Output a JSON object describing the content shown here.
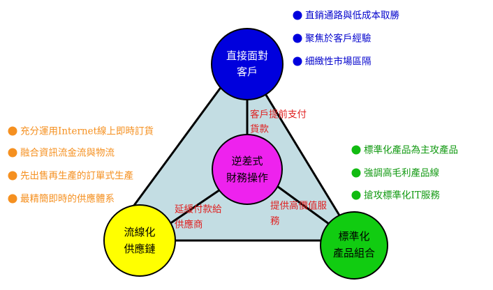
{
  "colors": {
    "triangle_fill": "#c3dde3",
    "outline": "#000000",
    "top_node": "#0000dd",
    "center_node": "#ee22ee",
    "left_node": "#ffff00",
    "right_node": "#11cc11",
    "red_text": "#e02020",
    "orange_text": "#f59020",
    "green_text": "#119911",
    "blue_text": "#0000cc"
  },
  "nodes": {
    "top": {
      "line1": "直接面對",
      "line2": "客戶"
    },
    "center": {
      "line1": "逆差式",
      "line2": "財務操作"
    },
    "left": {
      "line1": "流線化",
      "line2": "供應鏈"
    },
    "right": {
      "line1": "標準化",
      "line2": "產品組合"
    }
  },
  "edge_labels": {
    "top": {
      "line1": "客戶提前支付",
      "line2": "貨款"
    },
    "left": {
      "line1": "延緩付款給",
      "line2": "供應商"
    },
    "right": {
      "line1": "提供高價值服",
      "line2": "務"
    }
  },
  "bullets": {
    "top_right": [
      "直銷通路與低成本取勝",
      "聚焦於客戶經驗",
      "細緻性市場區隔"
    ],
    "left": [
      "充分運用Internet線上即時訂貨",
      "融合資訊流金流與物流",
      "先出售再生產的訂單式生產",
      "最精簡即時的供應體系"
    ],
    "right": [
      "標準化產品為主攻產品",
      "強調高毛利產品線",
      "搶攻標準化IT服務"
    ]
  }
}
